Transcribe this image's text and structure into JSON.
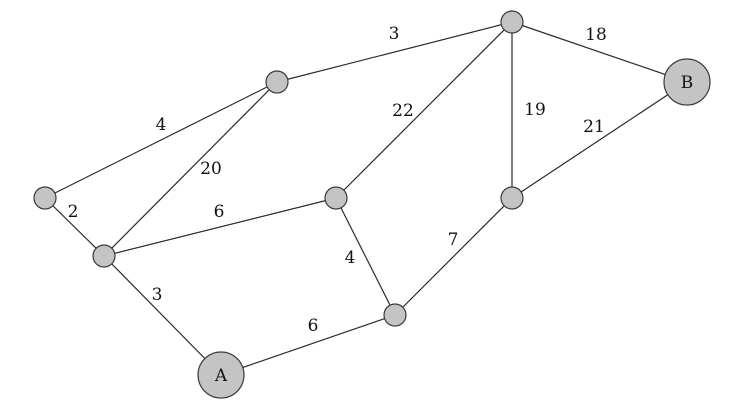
{
  "graph": {
    "nodes": [
      {
        "id": "n_left",
        "label": ""
      },
      {
        "id": "n_topleft",
        "label": ""
      },
      {
        "id": "n_top",
        "label": ""
      },
      {
        "id": "n_hub",
        "label": ""
      },
      {
        "id": "n_center",
        "label": ""
      },
      {
        "id": "n_right",
        "label": ""
      },
      {
        "id": "n_bottom",
        "label": ""
      },
      {
        "id": "A",
        "label": "A"
      },
      {
        "id": "B",
        "label": "B"
      }
    ],
    "edges": [
      {
        "from": "n_left",
        "to": "n_topleft",
        "weight": "4"
      },
      {
        "from": "n_left",
        "to": "n_hub",
        "weight": "2"
      },
      {
        "from": "n_topleft",
        "to": "n_top",
        "weight": "3"
      },
      {
        "from": "n_topleft",
        "to": "n_hub",
        "weight": "20"
      },
      {
        "from": "n_top",
        "to": "B",
        "weight": "18"
      },
      {
        "from": "n_top",
        "to": "n_center",
        "weight": "22"
      },
      {
        "from": "n_top",
        "to": "n_right",
        "weight": "19"
      },
      {
        "from": "n_right",
        "to": "B",
        "weight": "21"
      },
      {
        "from": "n_hub",
        "to": "n_center",
        "weight": "6"
      },
      {
        "from": "n_hub",
        "to": "A",
        "weight": "3"
      },
      {
        "from": "n_center",
        "to": "n_bottom",
        "weight": "4"
      },
      {
        "from": "n_right",
        "to": "n_bottom",
        "weight": "7"
      },
      {
        "from": "A",
        "to": "n_bottom",
        "weight": "6"
      }
    ]
  }
}
